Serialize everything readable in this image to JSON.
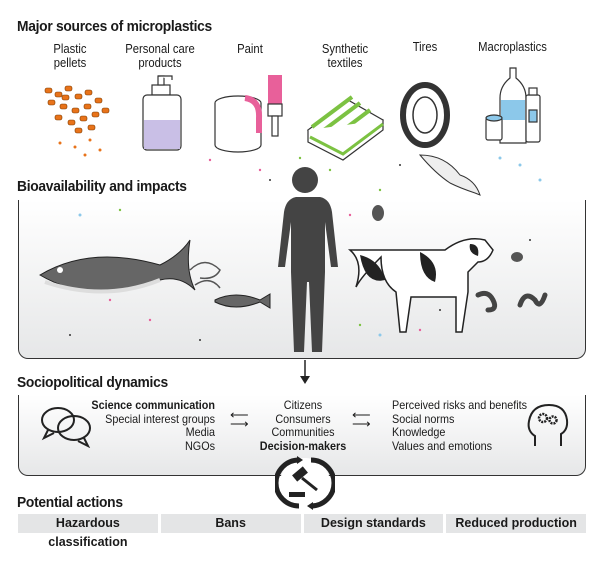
{
  "sections": {
    "sources_title": "Major sources of microplastics",
    "bio_title": "Bioavailability and impacts",
    "socio_title": "Sociopolitical dynamics",
    "actions_title": "Potential actions"
  },
  "sources": [
    {
      "line1": "Plastic",
      "line2": "pellets"
    },
    {
      "line1": "Personal care",
      "line2": "products"
    },
    {
      "line1": "Paint",
      "line2": ""
    },
    {
      "line1": "Synthetic",
      "line2": "textiles"
    },
    {
      "line1": "Tires",
      "line2": ""
    },
    {
      "line1": "Macroplastics",
      "line2": ""
    }
  ],
  "socio": {
    "left": [
      "Science communication",
      "Special interest groups",
      "Media",
      "NGOs"
    ],
    "center": [
      "Citizens",
      "Consumers",
      "Communities",
      "Decision-makers"
    ],
    "right": [
      "Perceived risks and benefits",
      "Social norms",
      "Knowledge",
      "Values and emotions"
    ]
  },
  "actions": [
    "Hazardous classification",
    "Bans",
    "Design standards",
    "Reduced production"
  ],
  "colors": {
    "pellets": "#e8731a",
    "care": "#b7a9d9",
    "paint": "#e8609a",
    "textiles": "#7cc242",
    "macro": "#8cc8ea",
    "panel": "#e6e7e8"
  }
}
